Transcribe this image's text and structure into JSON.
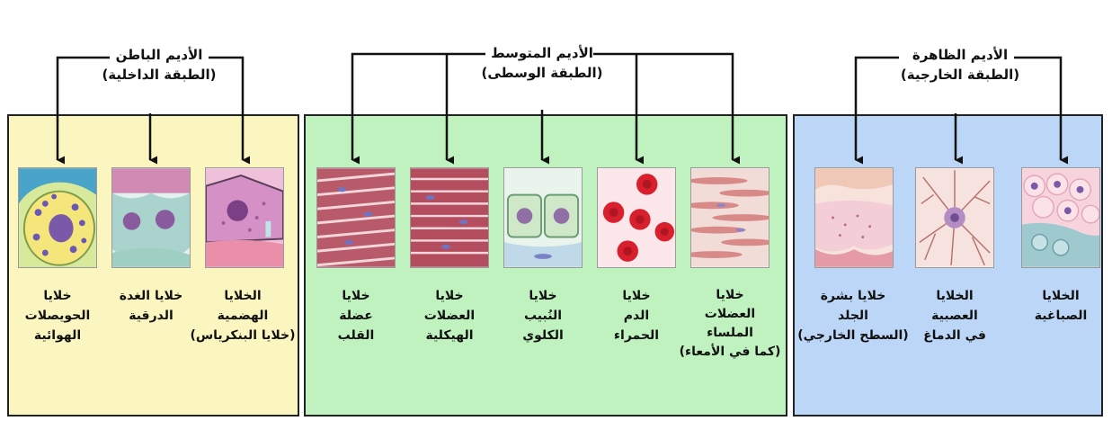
{
  "groups": {
    "endoderm": {
      "title": "الأديم الباطن",
      "subtitle": "(الطبقة الداخلية)"
    },
    "mesoderm": {
      "title": "الأديم المتوسط",
      "subtitle": "(الطبقة الوسطى)"
    },
    "ectoderm": {
      "title": "الأديم الظاهرة",
      "subtitle": "(الطبقة الخارجية)"
    }
  },
  "cells": {
    "alveoli": [
      "خلايا",
      "الحويصلات",
      "الهوائية"
    ],
    "thyroid": [
      "خلايا الغدة",
      "الدرقية"
    ],
    "pancreatic": [
      "الخلايا",
      "الهضمية",
      "(خلايا البنكرياس)"
    ],
    "cardiac": [
      "خلايا",
      "عضلة",
      "القلب"
    ],
    "skeletal": [
      "خلايا",
      "العضلات",
      "الهيكلية"
    ],
    "kidney": [
      "خلايا",
      "النُبيب",
      "الكلوي"
    ],
    "blood": [
      "خلايا",
      "الدم",
      "الحمراء"
    ],
    "smooth": [
      "خلايا",
      "العضلات",
      "الملساء",
      "(كما في الأمعاء)"
    ],
    "skin": [
      "خلايا بشرة",
      "الجلد",
      "(السطح الخارجي)"
    ],
    "neuron": [
      "الخلايا",
      "العصبية",
      "في الدماغ"
    ],
    "pigment": [
      "الخلايا",
      "الصباغية"
    ]
  }
}
